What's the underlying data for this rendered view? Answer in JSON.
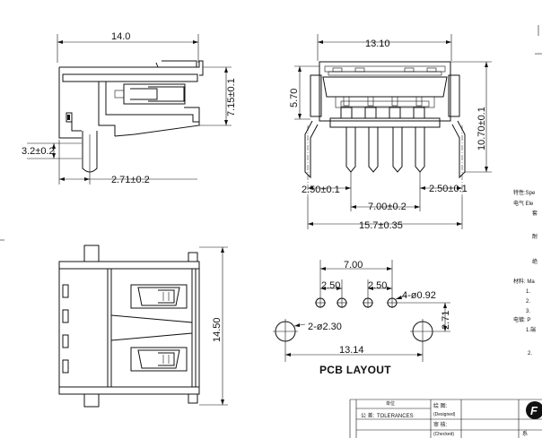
{
  "side_view": {
    "dim_length": "14.0",
    "dim_height": "7.15±0.1",
    "dim_pin_offset": "3.2±0.2",
    "dim_pin_pos": "2.71±0.2"
  },
  "front_view": {
    "dim_width": "13.10",
    "dim_height": "5.70",
    "dim_total_height": "10.70±0.1",
    "dim_left_edge": "2.50±0.1",
    "dim_right_edge": "2.50±0.1",
    "dim_pin_span": "7.00±0.2",
    "dim_total_width": "15.7±0.35"
  },
  "top_view": {
    "dim_depth": "14.50"
  },
  "pcb_layout": {
    "title": "PCB LAYOUT",
    "dim_pin_span": "7.00",
    "dim_pitch_left": "2.50",
    "dim_pitch_right": "2.50",
    "dim_pin_hole": "4-ø0.92",
    "dim_mount_hole": "2-ø2.30",
    "dim_mount_span": "13.14",
    "dim_row_offset": "2.71"
  },
  "notes": {
    "line1": "特性:Spe",
    "line2": "电气 Ele",
    "line3": "套",
    "line4": "耐",
    "line5": "绝",
    "line6": "材料: Ma",
    "line7": "1.",
    "line8": "2.",
    "line9": "3.",
    "line10": "电镀: P",
    "line11": "1.端",
    "line12": "2."
  },
  "title_block": {
    "tolerances": "TOLERANCES",
    "unit_text": "单位",
    "company_row": "公 差:",
    "drawn_label": "绘 图:",
    "drawn_en": "(Designed)",
    "checked_label": "审 核:",
    "checked_en": "(Checked)",
    "system_label": "系",
    "company_mark": "F"
  }
}
